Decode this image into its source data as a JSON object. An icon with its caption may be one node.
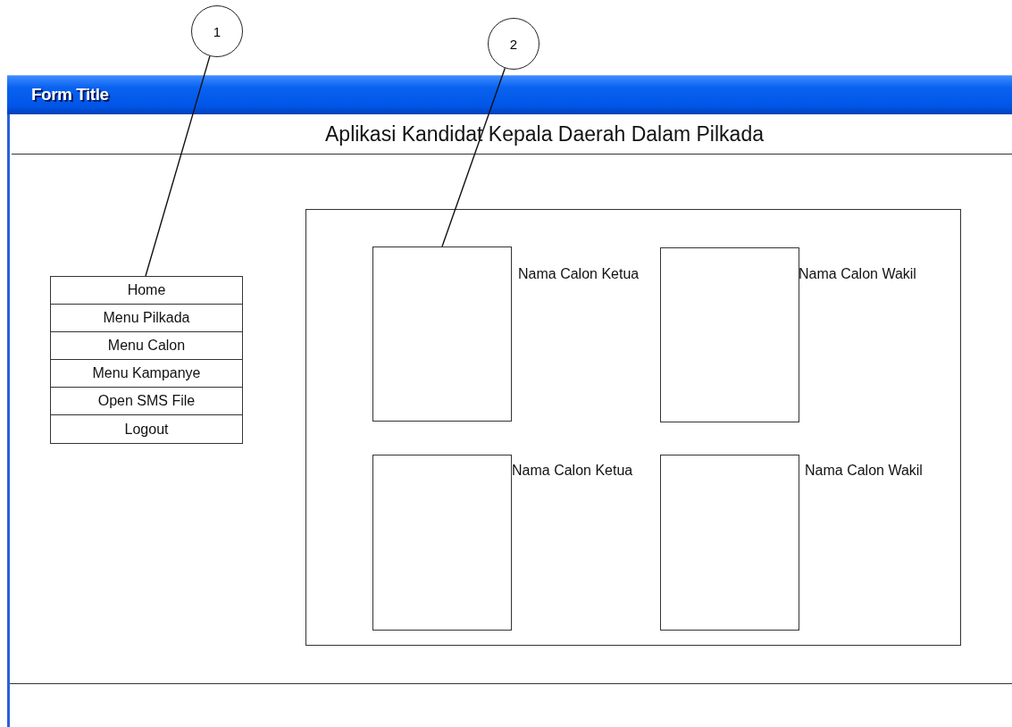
{
  "diagram": {
    "nodes": [
      {
        "text": [
          "1"
        ]
      },
      {
        "text": [
          "2"
        ]
      },
      {
        "text": [
          "Form Title"
        ]
      },
      {
        "text": [
          "Aplikasi Kandidat Kepala Daerah Dalam Pilkada"
        ],
        "in": 2
      },
      {
        "text": [],
        "shape": "box",
        "in": 2
      },
      {
        "text": [
          "Home"
        ],
        "in": 4
      },
      {
        "text": [
          "Menu Pilkada"
        ],
        "in": 4
      },
      {
        "text": [
          "Menu Calon"
        ],
        "in": 4
      },
      {
        "text": [
          "Menu Kampanye"
        ],
        "in": 4
      },
      {
        "text": [
          "Open SMS File"
        ],
        "in": 4
      },
      {
        "text": [
          "Logout"
        ],
        "in": 4
      },
      {
        "text": [],
        "shape": "box",
        "in": 2
      },
      {
        "text": [],
        "shape": "box",
        "in": 11,
        "beside": [
          "Nama Calon Ketua"
        ]
      },
      {
        "text": [],
        "shape": "box",
        "in": 11,
        "beside": [
          "Nama Calon Wakil"
        ]
      },
      {
        "text": [],
        "shape": "box",
        "in": 11,
        "beside": [
          "Nama Calon Ketua"
        ]
      },
      {
        "text": [],
        "shape": "box",
        "in": 11,
        "beside": [
          "Nama Calon Wakil"
        ]
      }
    ],
    "edges": [
      {
        "from": 0,
        "to": 4,
        "arrow": "none"
      },
      {
        "from": 1,
        "to": 12,
        "arrow": "none"
      }
    ]
  }
}
